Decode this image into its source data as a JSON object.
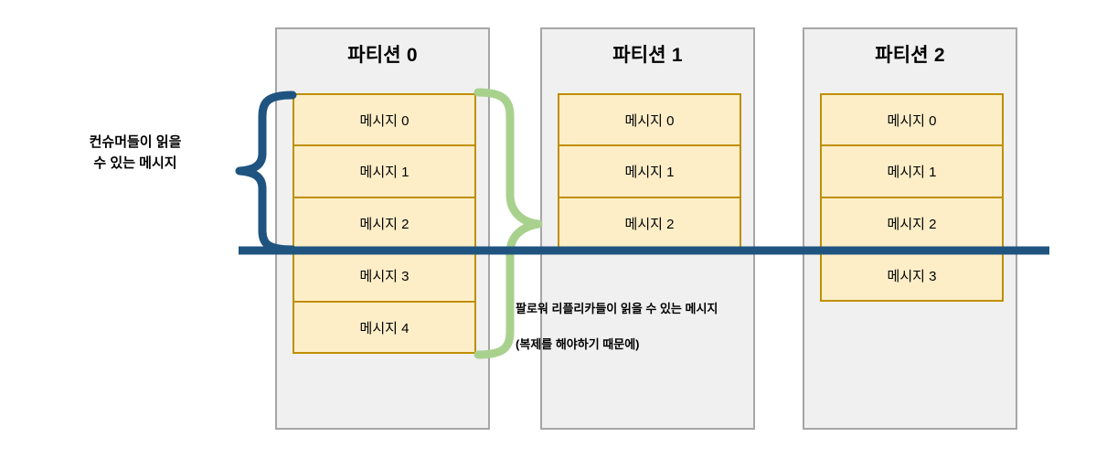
{
  "diagram": {
    "title": "Kafka partitions high watermark diagram",
    "colors": {
      "panel_fill": "#f0f0f0",
      "panel_border": "#a6a6a6",
      "message_fill": "#fdeec8",
      "message_border": "#bf8f00",
      "blue_line": "#1f5480",
      "green_brace": "#a9d18e",
      "text": "#000000",
      "background": "#ffffff"
    },
    "partitions": [
      {
        "title": "파티션 0",
        "messages": [
          "메시지 0",
          "메시지 1",
          "메시지 2",
          "메시지 3",
          "메시지 4"
        ]
      },
      {
        "title": "파티션 1",
        "messages": [
          "메시지 0",
          "메시지 1",
          "메시지 2"
        ]
      },
      {
        "title": "파티션 2",
        "messages": [
          "메시지 0",
          "메시지 1",
          "메시지 2",
          "메시지 3"
        ]
      }
    ],
    "annotations": {
      "consumer_readable": "컨슈머들이 읽을\n수 있는 메시지",
      "follower_readable": "팔로워 리플리카들이 읽을 수 있는 메시지\n(복제를 해야하기 때문에)"
    }
  }
}
